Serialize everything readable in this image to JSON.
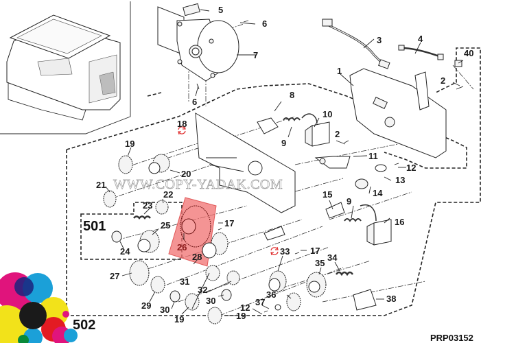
{
  "diagram": {
    "title_code": "PRP03152",
    "watermark": "WWW.COPY-YADAK.COM",
    "groups": [
      {
        "id": "501",
        "label": "501"
      },
      {
        "id": "502",
        "label": "502"
      }
    ],
    "highlight": {
      "part": "26",
      "color": "#f07070"
    },
    "rotation_symbol_color": "#e03030",
    "callouts": [
      {
        "id": "c1",
        "label": "1"
      },
      {
        "id": "c2a",
        "label": "2"
      },
      {
        "id": "c2b",
        "label": "2"
      },
      {
        "id": "c3",
        "label": "3"
      },
      {
        "id": "c4",
        "label": "4"
      },
      {
        "id": "c5",
        "label": "5"
      },
      {
        "id": "c6a",
        "label": "6"
      },
      {
        "id": "c6b",
        "label": "6"
      },
      {
        "id": "c7",
        "label": "7"
      },
      {
        "id": "c8",
        "label": "8"
      },
      {
        "id": "c9a",
        "label": "9"
      },
      {
        "id": "c9b",
        "label": "9"
      },
      {
        "id": "c10",
        "label": "10"
      },
      {
        "id": "c11",
        "label": "11"
      },
      {
        "id": "c12a",
        "label": "12"
      },
      {
        "id": "c12b",
        "label": "12"
      },
      {
        "id": "c13",
        "label": "13"
      },
      {
        "id": "c14",
        "label": "14"
      },
      {
        "id": "c15",
        "label": "15"
      },
      {
        "id": "c16",
        "label": "16"
      },
      {
        "id": "c17a",
        "label": "17"
      },
      {
        "id": "c17b",
        "label": "17"
      },
      {
        "id": "c18",
        "label": "18"
      },
      {
        "id": "c19a",
        "label": "19"
      },
      {
        "id": "c19b",
        "label": "19"
      },
      {
        "id": "c19c",
        "label": "19"
      },
      {
        "id": "c20",
        "label": "20"
      },
      {
        "id": "c21",
        "label": "21"
      },
      {
        "id": "c22",
        "label": "22"
      },
      {
        "id": "c23",
        "label": "23"
      },
      {
        "id": "c24",
        "label": "24"
      },
      {
        "id": "c25",
        "label": "25"
      },
      {
        "id": "c26",
        "label": "26"
      },
      {
        "id": "c27",
        "label": "27"
      },
      {
        "id": "c28",
        "label": "28"
      },
      {
        "id": "c29",
        "label": "29"
      },
      {
        "id": "c30a",
        "label": "30"
      },
      {
        "id": "c30b",
        "label": "30"
      },
      {
        "id": "c31",
        "label": "31"
      },
      {
        "id": "c32",
        "label": "32"
      },
      {
        "id": "c33",
        "label": "33"
      },
      {
        "id": "c34",
        "label": "34"
      },
      {
        "id": "c35",
        "label": "35"
      },
      {
        "id": "c36",
        "label": "36"
      },
      {
        "id": "c37",
        "label": "37"
      },
      {
        "id": "c38",
        "label": "38"
      },
      {
        "id": "c40",
        "label": "40"
      }
    ],
    "logo_colors": [
      "#e0147c",
      "#1ba0d8",
      "#f2e21a",
      "#1a1a1a",
      "#e31b23",
      "#0a8a3a",
      "#1a237e"
    ]
  }
}
